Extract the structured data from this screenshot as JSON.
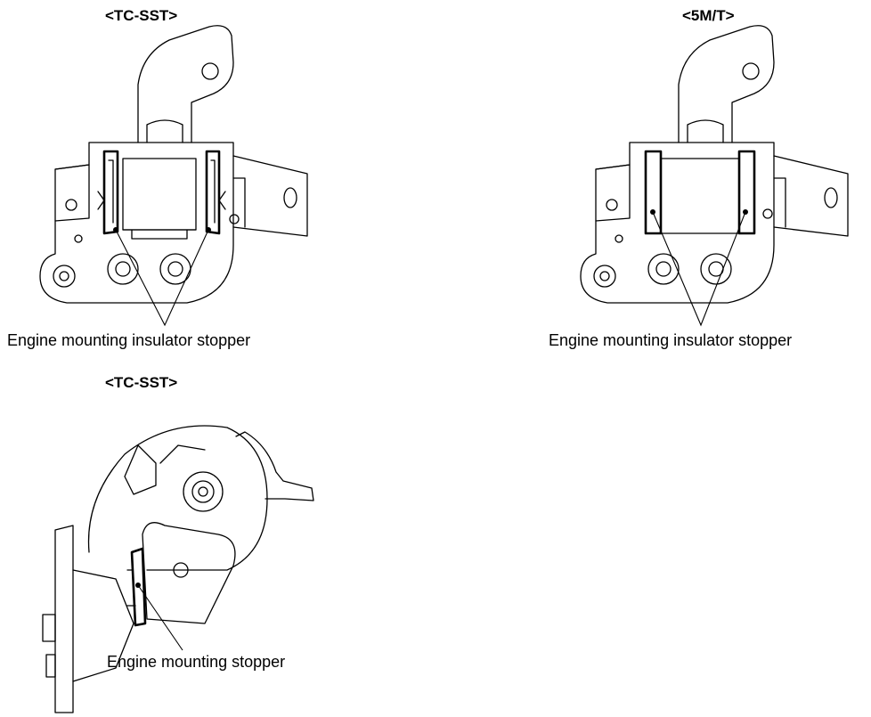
{
  "figures": [
    {
      "title": "<TC-SST>",
      "callout": "Engine mounting insulator stopper"
    },
    {
      "title": "<5M/T>",
      "callout": "Engine mounting insulator stopper"
    },
    {
      "title": "<TC-SST>",
      "callout": "Engine mounting stopper"
    }
  ]
}
